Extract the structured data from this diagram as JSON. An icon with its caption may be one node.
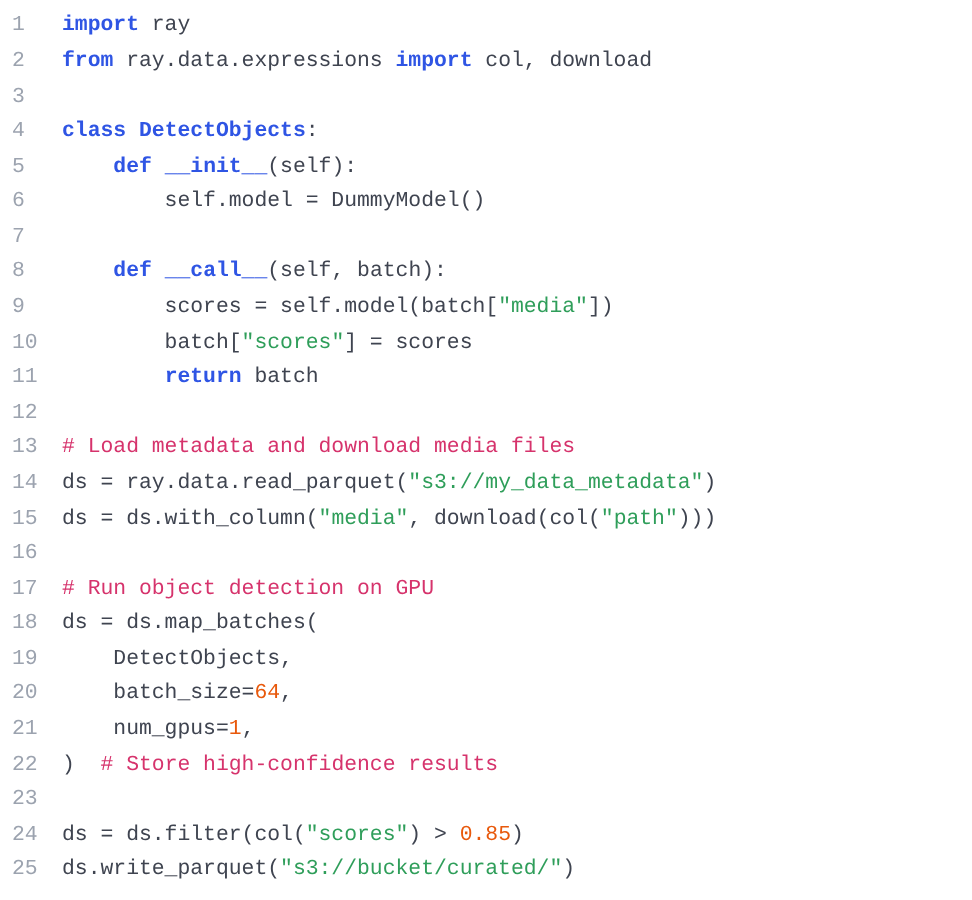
{
  "diagram": {
    "labels": [
      "1",
      "**import** ray",
      "2",
      "**from** ray.data.expressions **import** col, download",
      "3",
      "4",
      "**class** **DetectObjects**:",
      "5",
      "    **def** **__init__**(self):",
      "6",
      "        self.model = DummyModel()",
      "7",
      "8",
      "    **def** **__call__**(self, batch):",
      "9",
      "        scores = self.model(batch[\"media\"])",
      "10",
      "        batch[\"scores\"] = scores",
      "11",
      "        **return** batch",
      "12",
      "13",
      "# Load metadata and download media files",
      "14",
      "ds = ray.data.read_parquet(\"s3://my_data_metadata\")",
      "15",
      "ds = ds.with_column(\"media\", download(col(\"path\")))",
      "16",
      "17",
      "# Run object detection on GPU",
      "18",
      "ds = ds.map_batches(",
      "19",
      "    DetectObjects,",
      "20",
      "    batch_size=64,",
      "21",
      "    num_gpus=1,",
      "22",
      ")  # Store high-confidence results",
      "23",
      "24",
      "ds = ds.filter(col(\"scores\") > 0.85)",
      "25",
      "ds.write_parquet(\"s3://bucket/curated/\")"
    ]
  }
}
